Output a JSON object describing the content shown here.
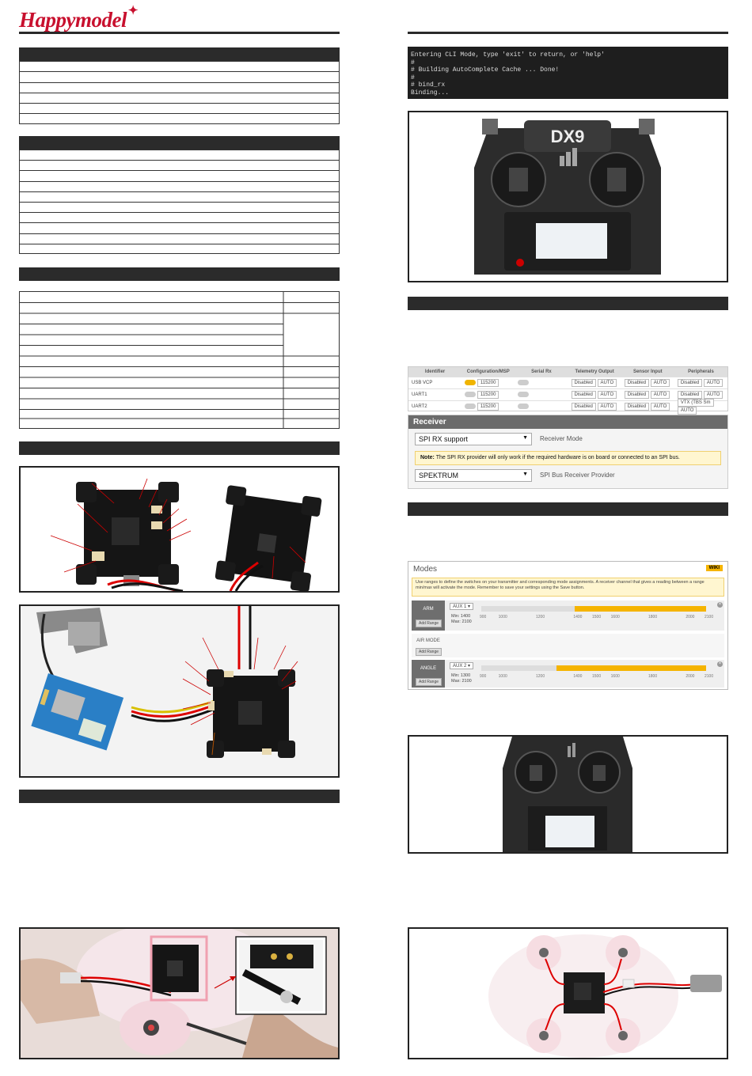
{
  "header": {
    "logo_text": "Happymodel",
    "logo_star": "✦"
  },
  "cli": {
    "lines": [
      "Entering CLI Mode, type 'exit' to return, or 'help'",
      "",
      "#",
      "# Building AutoComplete Cache ... Done!",
      "#",
      "# bind_rx",
      "Binding..."
    ]
  },
  "transmitter_top": {
    "brand_label": "DX9"
  },
  "ports_table": {
    "headers": [
      "Identifier",
      "Configuration/MSP",
      "Serial Rx",
      "Telemetry Output",
      "Sensor Input",
      "Peripherals"
    ],
    "rows": [
      {
        "id": "USB VCP",
        "baud": "115200",
        "tele": "Disabled",
        "tele_auto": "AUTO",
        "sensor": "Disabled",
        "sensor_auto": "AUTO",
        "periph": "Disabled",
        "periph_auto": "AUTO"
      },
      {
        "id": "UART1",
        "baud": "115200",
        "tele": "Disabled",
        "tele_auto": "AUTO",
        "sensor": "Disabled",
        "sensor_auto": "AUTO",
        "periph": "Disabled",
        "periph_auto": "AUTO"
      },
      {
        "id": "UART2",
        "baud": "115200",
        "tele": "Disabled",
        "tele_auto": "AUTO",
        "sensor": "Disabled",
        "sensor_auto": "AUTO",
        "periph": "VTX (TBS Sm",
        "periph_auto": "AUTO"
      }
    ]
  },
  "receiver": {
    "title": "Receiver",
    "mode_value": "SPI RX support",
    "mode_label": "Receiver Mode",
    "note_bold": "Note:",
    "note_text": " The SPI RX provider will only work if the required hardware is on board or connected to an SPI bus.",
    "provider_value": "SPEKTRUM",
    "provider_label": "SPI Bus Receiver Provider"
  },
  "modes": {
    "title": "Modes",
    "wiki": "WIKI",
    "help": "Use ranges to define the switches on your transmitter and corresponding mode assignments. A receiver channel that gives a reading between a range min/max will activate the mode. Remember to save your settings using the Save button.",
    "arm": {
      "label": "ARM",
      "aux": "AUX 1",
      "min": "Min: 1400",
      "max": "Max: 2100",
      "add": "Add Range",
      "range": [
        1400,
        2100
      ]
    },
    "airmode": {
      "label": "AIR MODE",
      "add": "Add Range"
    },
    "angle": {
      "label": "ANGLE",
      "aux": "AUX 2",
      "min": "Min: 1300",
      "max": "Max: 2100",
      "add": "Add Range",
      "range": [
        1300,
        2100
      ]
    },
    "ticks": [
      "900",
      "1000",
      "1200",
      "1400",
      "1500",
      "1600",
      "1800",
      "2000",
      "2100"
    ]
  }
}
